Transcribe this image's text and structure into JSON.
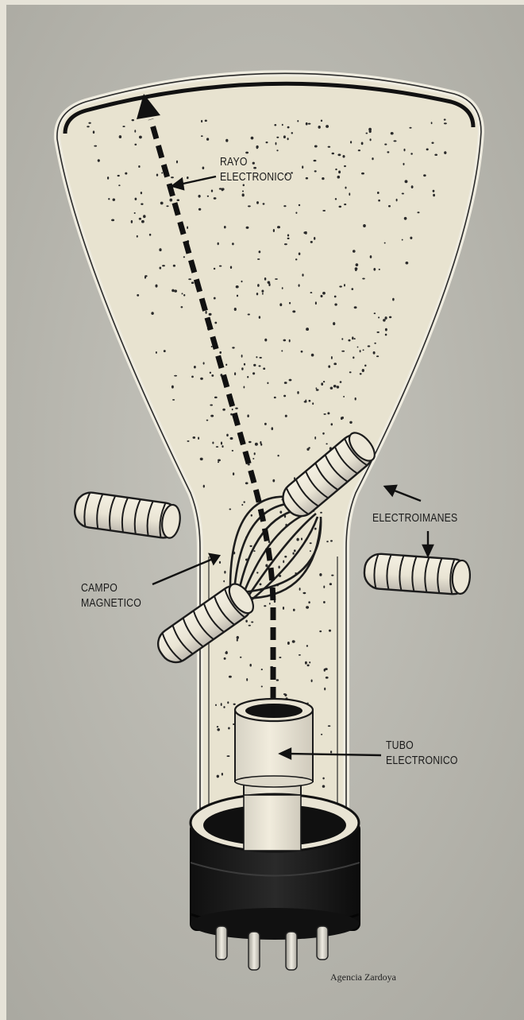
{
  "labels": {
    "rayo": [
      "RAYO",
      "ELECTRONICO"
    ],
    "electroimanes": "ELECTROIMANES",
    "campo": [
      "CAMPO",
      "MAGNETICO"
    ],
    "tubo": [
      "TUBO",
      "ELECTRONICO"
    ]
  },
  "credit": "Agencia Zardoya"
}
